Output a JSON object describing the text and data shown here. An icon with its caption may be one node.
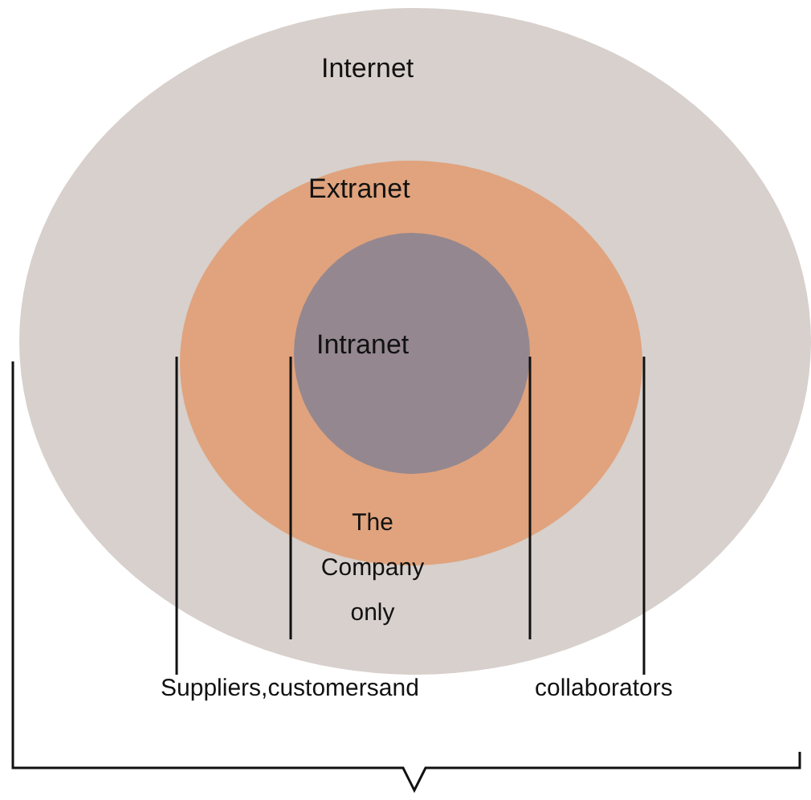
{
  "diagram": {
    "nodes": [
      {
        "text": [
          "Internet"
        ]
      },
      {
        "text": [
          "Extranet"
        ],
        "in": 0
      },
      {
        "text": [
          "Intranet"
        ],
        "in": 1
      }
    ],
    "edges": [],
    "labels": [
      "The Company only",
      "Suppliers,customersand",
      "collaborators"
    ]
  }
}
